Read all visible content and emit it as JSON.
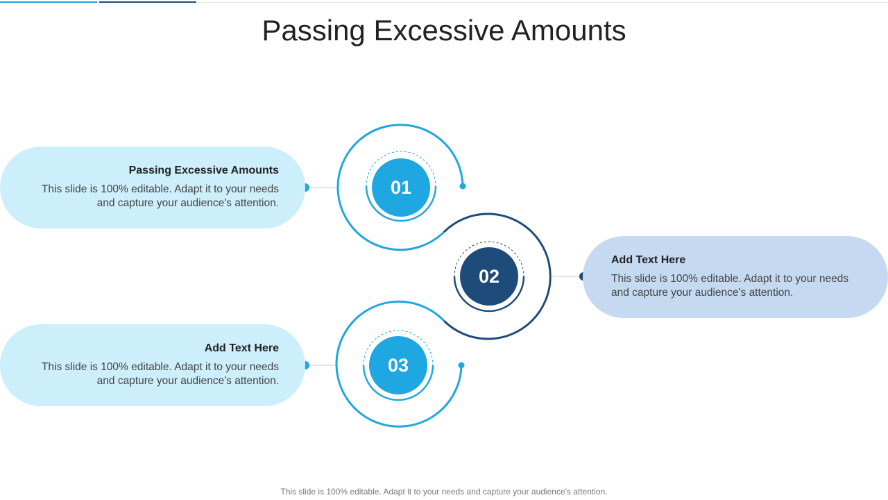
{
  "slide": {
    "title": "Passing Excessive Amounts",
    "footer": "This slide is 100% editable. Adapt it to your needs and capture your audience's attention."
  },
  "colors": {
    "light_blue": "#1ea7e1",
    "dark_blue": "#1e4c7a",
    "pill_light": "#cdeefb",
    "pill_dark": "#c5daf0"
  },
  "steps": [
    {
      "number": "01",
      "heading": "Passing Excessive Amounts",
      "text_line1": "This slide is 100% editable. Adapt it to your needs",
      "text_line2": "and capture your audience's attention."
    },
    {
      "number": "02",
      "heading": "Add Text Here",
      "text_line1": "This slide is 100% editable. Adapt it to your needs",
      "text_line2": "and capture your audience's attention."
    },
    {
      "number": "03",
      "heading": "Add Text Here",
      "text_line1": "This slide is 100% editable. Adapt it to your needs",
      "text_line2": "and capture your audience's attention."
    }
  ]
}
